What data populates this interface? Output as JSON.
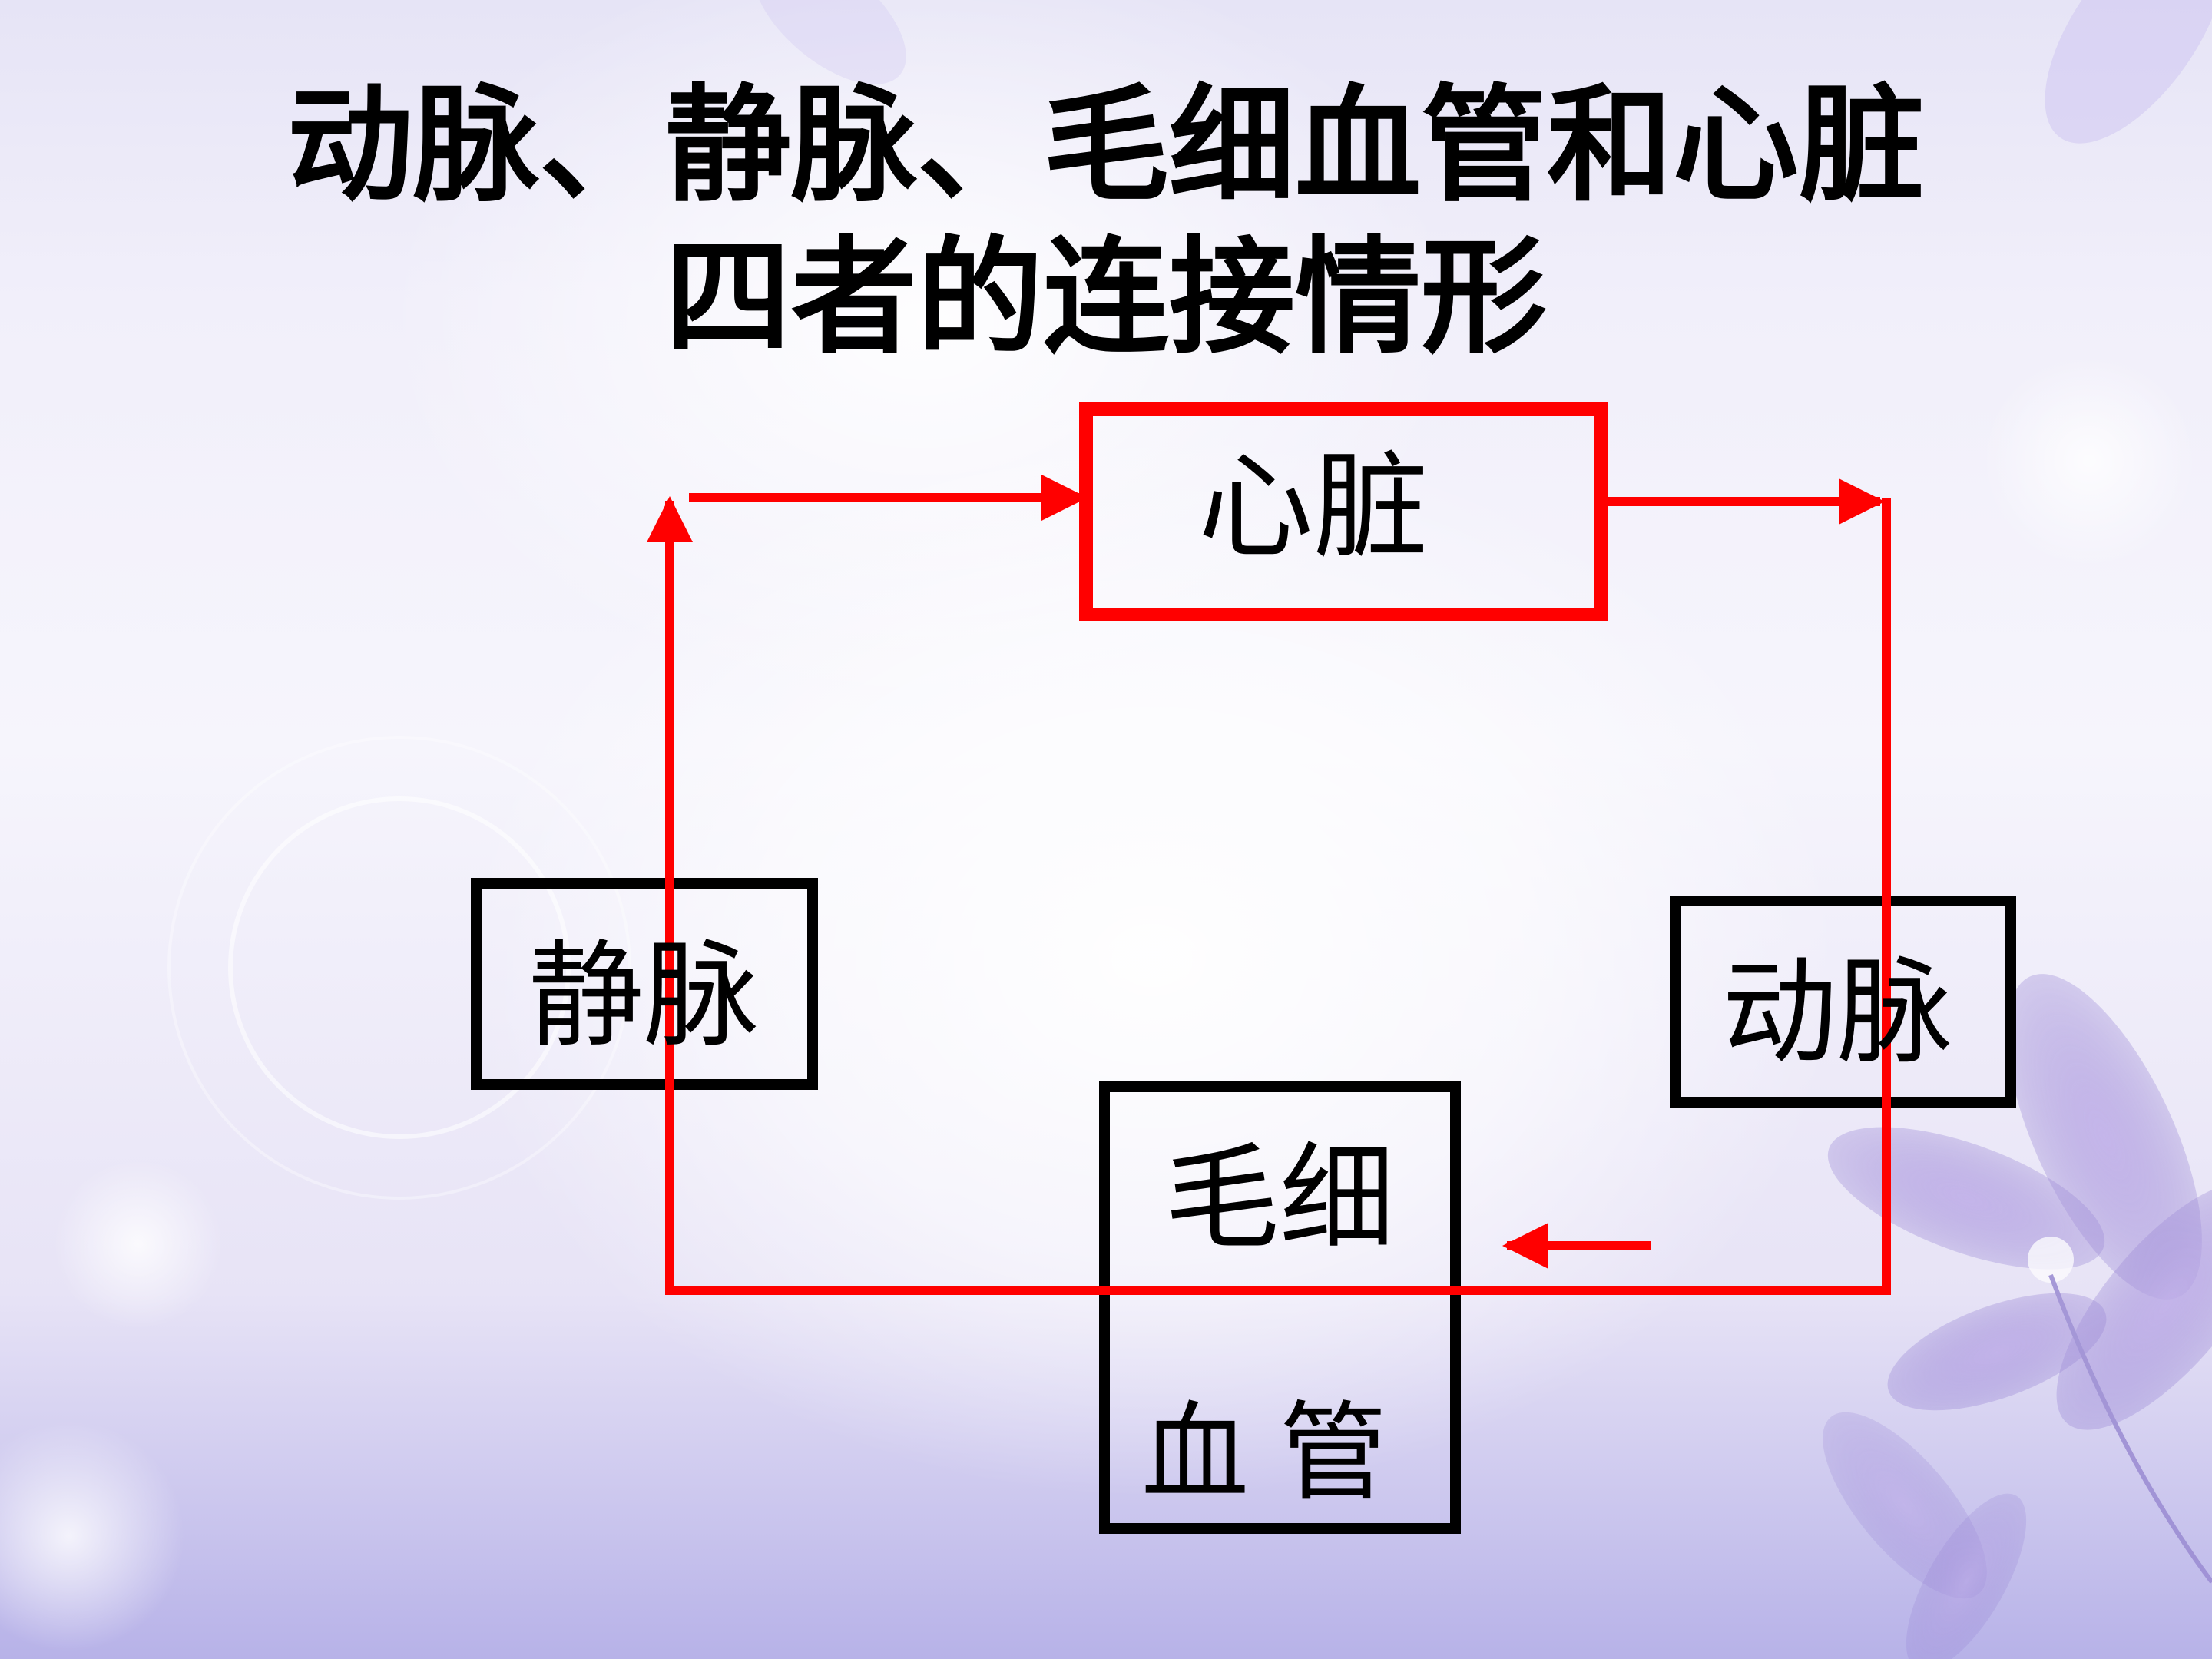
{
  "title": {
    "line1": "动脉、静脉、毛细血管和心脏",
    "line2": "四者的连接情形"
  },
  "nodes": {
    "heart": "心脏",
    "vein": "静脉",
    "artery": "动脉",
    "capillary_top": "毛细",
    "capillary_bottom": "血管"
  },
  "colors": {
    "flow": "#ff0000",
    "heart_border": "#ff0000",
    "box_border": "#000000"
  }
}
